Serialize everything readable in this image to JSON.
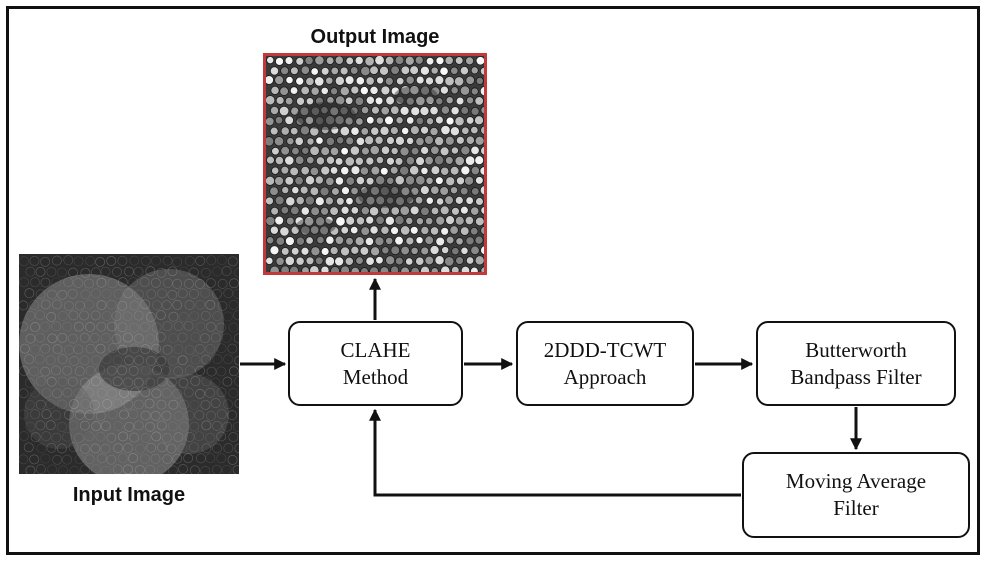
{
  "output_caption": "Output Image",
  "input_caption": "Input Image",
  "nodes": {
    "clahe": {
      "line1": "CLAHE",
      "line2": "Method"
    },
    "tcwt": {
      "line1": "2DDD-TCWT",
      "line2": "Approach"
    },
    "butterworth": {
      "line1": "Butterworth",
      "line2": "Bandpass Filter"
    },
    "moving_average": {
      "line1": "Moving Average",
      "line2": "Filter"
    }
  },
  "colors": {
    "output_border": "#c0393b",
    "stroke": "#111111"
  }
}
